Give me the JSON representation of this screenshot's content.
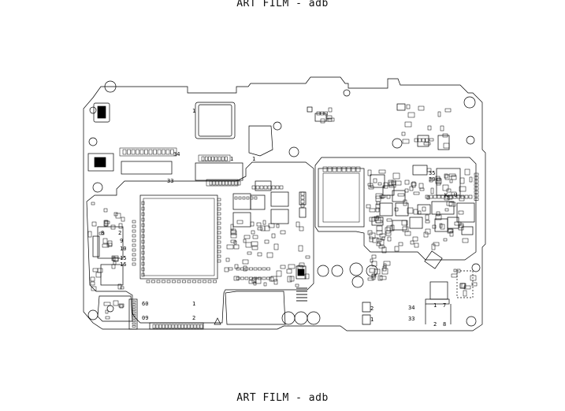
{
  "title_top": "ART FILM - adb",
  "title_bottom": "ART FILM - adb",
  "colors": {
    "line": "#000000",
    "background": "#ffffff"
  },
  "pad_labels": [
    {
      "id": "p34a",
      "text": "34"
    },
    {
      "id": "p33a",
      "text": "33"
    },
    {
      "id": "p1a",
      "text": "1"
    },
    {
      "id": "p1b",
      "text": "1"
    },
    {
      "id": "p8a",
      "text": "8"
    },
    {
      "id": "p2a",
      "text": "2"
    },
    {
      "id": "p9a",
      "text": "9"
    },
    {
      "id": "p10a",
      "text": "10"
    },
    {
      "id": "p15a",
      "text": "15"
    },
    {
      "id": "p16a",
      "text": "16"
    },
    {
      "id": "p60",
      "text": "60"
    },
    {
      "id": "p09",
      "text": "09"
    },
    {
      "id": "p1c",
      "text": "1"
    },
    {
      "id": "p2b",
      "text": "2"
    },
    {
      "id": "p2c",
      "text": "2"
    },
    {
      "id": "p1d",
      "text": "1"
    },
    {
      "id": "p34b",
      "text": "34"
    },
    {
      "id": "p33b",
      "text": "33"
    },
    {
      "id": "p1e",
      "text": "1"
    },
    {
      "id": "p7",
      "text": "7"
    },
    {
      "id": "p2d",
      "text": "2"
    },
    {
      "id": "p8b",
      "text": "8"
    },
    {
      "id": "p35",
      "text": "35"
    },
    {
      "id": "p30",
      "text": "30"
    },
    {
      "id": "pK",
      "text": "K"
    },
    {
      "id": "pU",
      "text": "U"
    },
    {
      "id": "p1f",
      "text": "1"
    }
  ]
}
